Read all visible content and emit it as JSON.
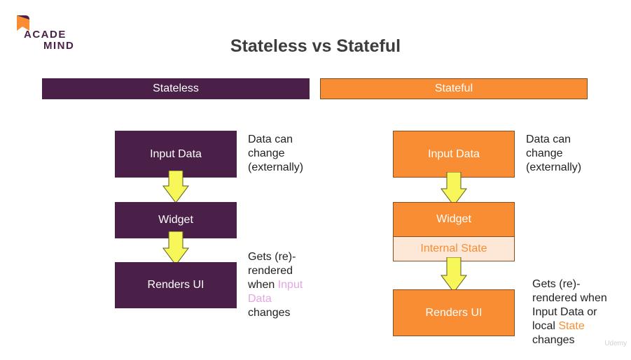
{
  "logo": {
    "line1": "ACADE",
    "line2": "MIND"
  },
  "title": "Stateless vs Stateful",
  "left": {
    "header": "Stateless",
    "input_label": "Input Data",
    "widget_label": "Widget",
    "renders_label": "Renders UI",
    "note1": "Data can change (externally)",
    "note2_pre": "Gets (re)-rendered when ",
    "note2_hl": "Input Data",
    "note2_post": " changes"
  },
  "right": {
    "header": "Stateful",
    "input_label": "Input Data",
    "widget_label": "Widget",
    "state_label": "Internal State",
    "renders_label": "Renders UI",
    "note1": "Data can change (externally)",
    "note2_pre": "Gets (re)-rendered when Input Data or local ",
    "note2_hl": "State",
    "note2_post": " changes"
  },
  "watermark": "Udemy",
  "colors": {
    "purple": "#4a1f48",
    "orange": "#f98d33",
    "state_bg": "#fde7d6",
    "arrow_fill": "#f7f75a",
    "highlight_pink": "#e2a6e4"
  }
}
